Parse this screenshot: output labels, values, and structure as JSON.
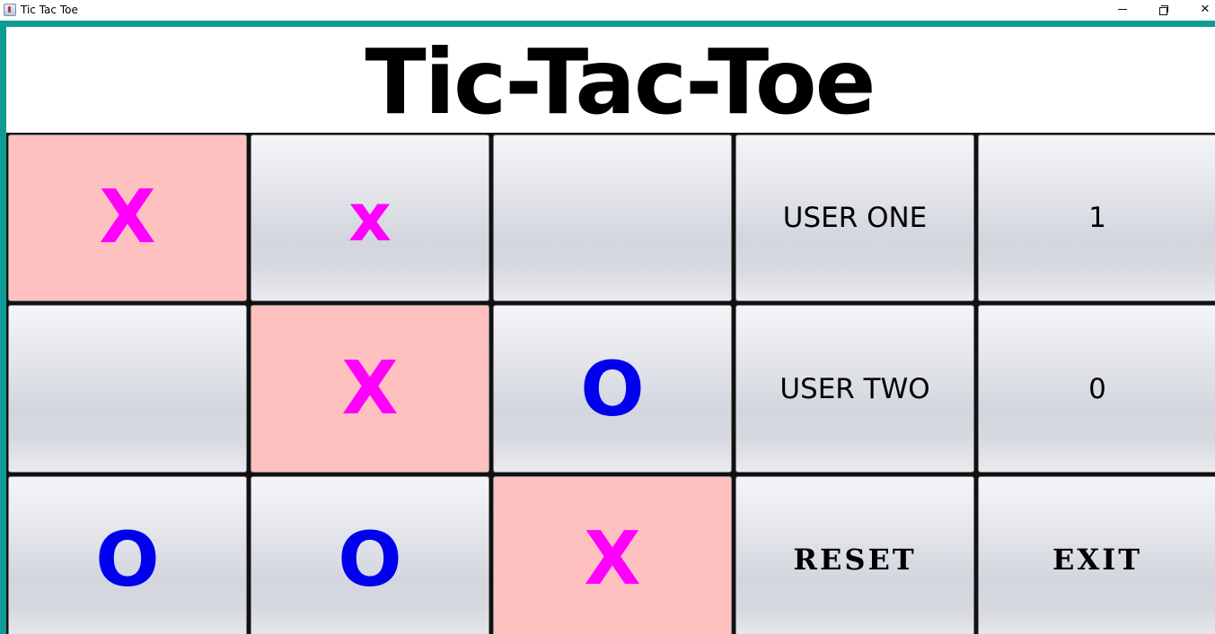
{
  "window": {
    "title": "Tic Tac Toe",
    "app_icon": "java-cup-icon",
    "controls": {
      "minimize_icon": "minimize-icon",
      "restore_icon": "restore-icon",
      "close_glyph": "✕"
    }
  },
  "header": {
    "title": "Tic-Tac-Toe"
  },
  "board": {
    "cells": [
      {
        "mark": "X",
        "highlight": true
      },
      {
        "mark": "x",
        "highlight": false
      },
      {
        "mark": "",
        "highlight": false
      },
      {
        "mark": "",
        "highlight": false
      },
      {
        "mark": "X",
        "highlight": true
      },
      {
        "mark": "O",
        "highlight": false
      },
      {
        "mark": "O",
        "highlight": false
      },
      {
        "mark": "O",
        "highlight": false
      },
      {
        "mark": "X",
        "highlight": true
      }
    ]
  },
  "scoreboard": {
    "player_one_label": "USER ONE",
    "player_one_score": "1",
    "player_two_label": "USER TWO",
    "player_two_score": "0"
  },
  "actions": {
    "reset_label": "RESET",
    "exit_label": "EXIT"
  },
  "colors": {
    "frame": "#0e9b96",
    "x_mark": "#ff00ff",
    "o_mark": "#0000ee",
    "win_highlight": "#ffc0c0"
  }
}
